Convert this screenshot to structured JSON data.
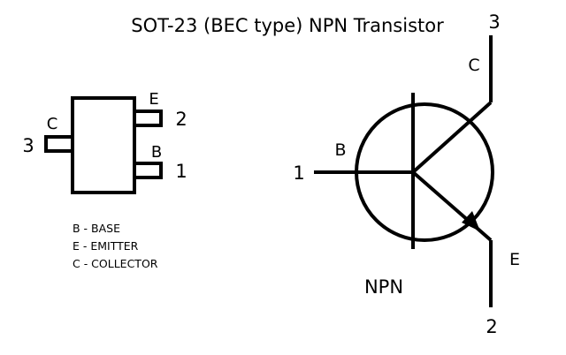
{
  "title": "SOT-23 (BEC type) NPN Transistor",
  "package": {
    "pins": [
      {
        "letter": "C",
        "number": "3"
      },
      {
        "letter": "E",
        "number": "2"
      },
      {
        "letter": "B",
        "number": "1"
      }
    ]
  },
  "legend": [
    "B - BASE",
    "E - EMITTER",
    "C - COLLECTOR"
  ],
  "symbol": {
    "type_label": "NPN",
    "base": {
      "letter": "B",
      "number": "1"
    },
    "collector": {
      "letter": "C",
      "number": "3"
    },
    "emitter": {
      "letter": "E",
      "number": "2"
    }
  },
  "colors": {
    "ink": "#000000",
    "background": "#ffffff"
  }
}
